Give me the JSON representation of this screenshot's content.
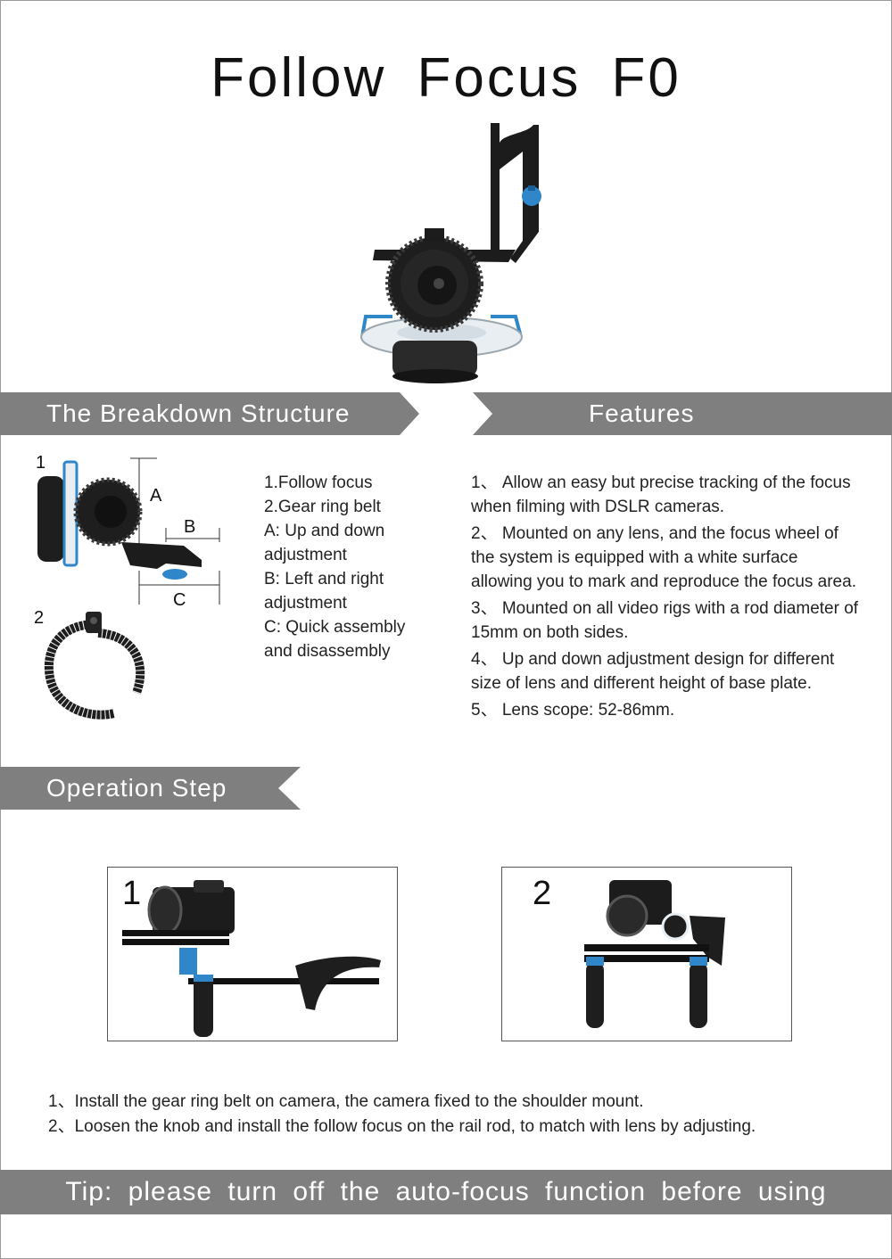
{
  "page": {
    "title": "Follow Focus F0"
  },
  "banners": {
    "structure": "The Breakdown Structure",
    "features": "Features",
    "operation": "Operation Step"
  },
  "breakdown": {
    "callout_1": "1",
    "callout_2": "2",
    "label_a": "A",
    "label_b": "B",
    "label_c": "C",
    "items": [
      "1.Follow focus",
      "2.Gear ring belt",
      "A: Up and down",
      "adjustment",
      "B: Left and right",
      "adjustment",
      "C: Quick assembly",
      "and disassembly"
    ]
  },
  "features": [
    "1、 Allow an easy but precise tracking of the focus when filming with DSLR cameras.",
    "2、 Mounted on any lens, and the focus wheel of the system is equipped with a white surface allowing you to mark and reproduce the focus area.",
    "3、 Mounted on all video rigs with a rod diameter of 15mm on both sides.",
    "4、 Up and down adjustment design for different size of lens and different height of base plate.",
    "5、 Lens scope: 52-86mm."
  ],
  "operation": {
    "photo_1_number": "1",
    "photo_2_number": "2",
    "steps": [
      "1、Install the gear ring belt on camera, the camera fixed to the shoulder mount.",
      "2、Loosen the knob and install the follow focus on the rail rod, to match with lens by adjusting."
    ]
  },
  "tip": "Tip:  please  turn  off  the  auto-focus  function  before  using",
  "colors": {
    "banner_gray": "#7f7f7f",
    "accent_blue": "#2f86c8",
    "device_black": "#1c1c1c"
  }
}
